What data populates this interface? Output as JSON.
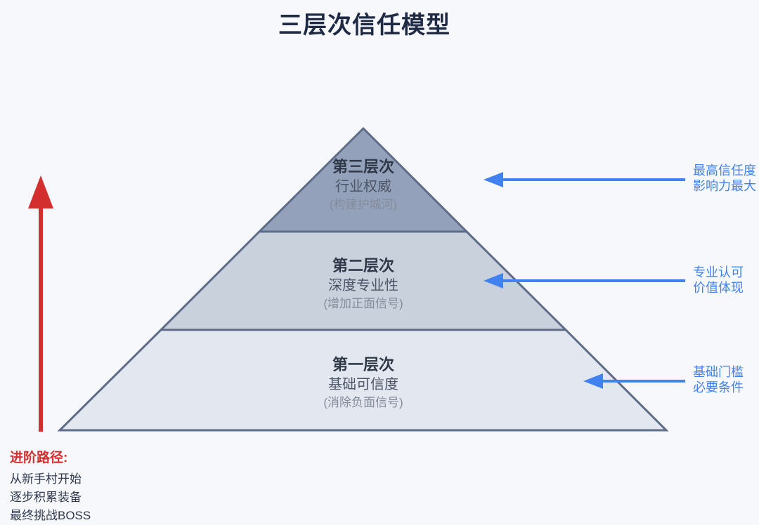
{
  "title": "三层次信任模型",
  "colors": {
    "background": "#f7f8fb",
    "title_text": "#1f2b45",
    "outline": "#5e6c87",
    "tier_top": "#94a1ba",
    "tier_middle": "#c9d1dd",
    "tier_bottom": "#e3e8f0",
    "accent_blue": "#4181f0",
    "accent_red": "#d32f2f"
  },
  "pyramid": {
    "levels": [
      {
        "id": "level-3",
        "title": "第三层次",
        "subtitle": "行业权威",
        "note": "(构建护城河)"
      },
      {
        "id": "level-2",
        "title": "第二层次",
        "subtitle": "深度专业性",
        "note": "(增加正面信号)"
      },
      {
        "id": "level-1",
        "title": "第一层次",
        "subtitle": "基础可信度",
        "note": "(消除负面信号)"
      }
    ]
  },
  "annotations": [
    {
      "target": "level-3",
      "line1": "最高信任度",
      "line2": "影响力最大"
    },
    {
      "target": "level-2",
      "line1": "专业认可",
      "line2": "价值体现"
    },
    {
      "target": "level-1",
      "line1": "基础门槛",
      "line2": "必要条件"
    }
  ],
  "progression": {
    "heading": "进阶路径:",
    "steps": [
      "从新手村开始",
      "逐步积累装备",
      "最终挑战BOSS"
    ]
  }
}
